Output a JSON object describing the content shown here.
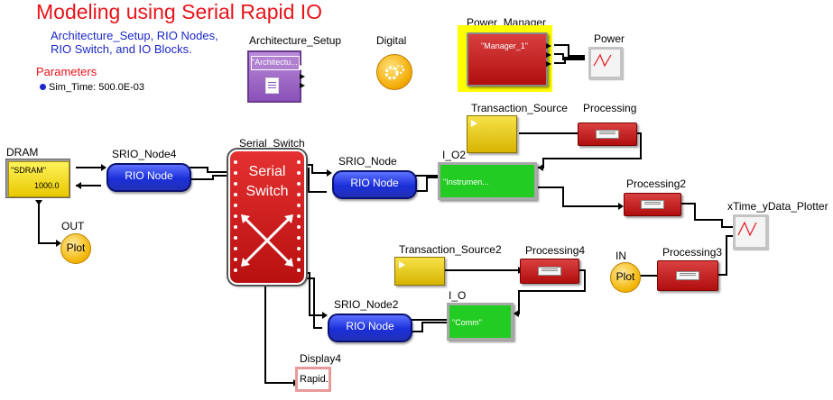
{
  "title": "Modeling using Serial Rapid IO",
  "description": "Architecture_Setup, RIO Nodes,\nRIO Switch, and IO Blocks.",
  "parameters": {
    "heading": "Parameters",
    "items": [
      {
        "text": "Sim_Time: 500.0E-03"
      }
    ]
  },
  "blocks": {
    "architecture_setup": {
      "label": "Architecture_Setup",
      "text": "\"Architectu..."
    },
    "digital": {
      "label": "Digital"
    },
    "power_manager": {
      "label": "Power_Manager",
      "text": "\"Manager_1\""
    },
    "power": {
      "label": "Power"
    },
    "dram": {
      "label": "DRAM",
      "text": "\"SDRAM\"",
      "value": "1000.0"
    },
    "srio_node4": {
      "label": "SRIO_Node4",
      "text": "RIO Node"
    },
    "serial_switch": {
      "label": "Serial_Switch",
      "text_line1": "Serial",
      "text_line2": "Switch"
    },
    "srio_node": {
      "label": "SRIO_Node",
      "text": "RIO Node"
    },
    "srio_node2": {
      "label": "SRIO_Node2",
      "text": "RIO Node"
    },
    "io2": {
      "label": "I_O2",
      "text": "\"Instrumen..."
    },
    "io": {
      "label": "I_O",
      "text": "\"Comm\""
    },
    "transaction_source": {
      "label": "Transaction_Source"
    },
    "transaction_source2": {
      "label": "Transaction_Source2"
    },
    "processing": {
      "label": "Processing"
    },
    "processing2": {
      "label": "Processing2"
    },
    "processing3": {
      "label": "Processing3"
    },
    "processing4": {
      "label": "Processing4"
    },
    "out_plot": {
      "label": "OUT",
      "text": "Plot"
    },
    "in_plot": {
      "label": "IN",
      "text": "Plot"
    },
    "xtime_ydata_plotter": {
      "label": "xTime_yData_Plotter"
    },
    "display4": {
      "label": "Display4",
      "text": "Rapid..."
    }
  },
  "colors": {
    "title": "#e8141b",
    "description": "#1b27c8",
    "rio_node": "#1b2fd9",
    "processing": "#c31a1a",
    "io": "#22cc22",
    "source": "#e8c81a",
    "power_highlight": "#ffff00"
  }
}
